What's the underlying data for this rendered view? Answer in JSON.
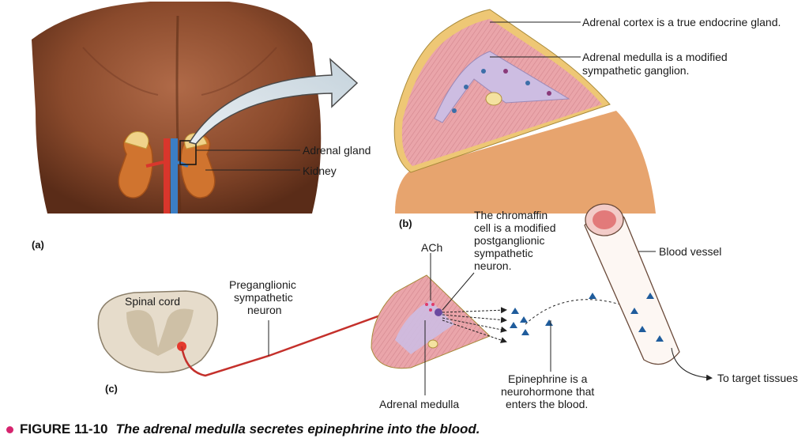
{
  "labels": {
    "adrenal_cortex": "Adrenal cortex is a true endocrine gland.",
    "adrenal_medulla_line1": "Adrenal medulla is a modified",
    "adrenal_medulla_line2": "sympathetic ganglion.",
    "adrenal_gland": "Adrenal gland",
    "kidney": "Kidney",
    "panel_a": "(a)",
    "panel_b": "(b)",
    "panel_c": "(c)",
    "chromaffin_line1": "The chromaffin",
    "chromaffin_line2": "cell is a modified",
    "chromaffin_line3": "postganglionic",
    "chromaffin_line4": "sympathetic",
    "chromaffin_line5": "neuron.",
    "ach": "ACh",
    "blood_vessel": "Blood vessel",
    "preganglionic_line1": "Preganglionic",
    "preganglionic_line2": "sympathetic",
    "preganglionic_line3": "neuron",
    "spinal_cord": "Spinal cord",
    "adrenal_medulla_bottom": "Adrenal medulla",
    "epinephrine_line1": "Epinephrine is a",
    "epinephrine_line2": "neurohormone that",
    "epinephrine_line3": "enters the blood.",
    "to_target": "To target tissues"
  },
  "caption": {
    "figure": "FIGURE 11-10",
    "title": "The adrenal medulla secretes epinephrine into the blood."
  },
  "colors": {
    "skin": "#8a4a2c",
    "cortex": "#e9a3a8",
    "medulla": "#c9b8df",
    "capsule": "#e9c37c",
    "epinephrine": "#1f5c9c",
    "neuron": "#c4302b",
    "caption_dot": "#d6246e"
  }
}
